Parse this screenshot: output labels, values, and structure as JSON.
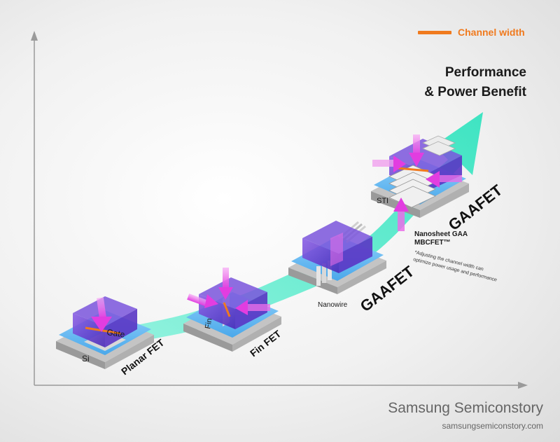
{
  "legend": {
    "label": "Channel width",
    "color": "#f07a1e"
  },
  "benefit": {
    "line1": "Performance",
    "line2": "& Power Benefit"
  },
  "stages": {
    "planar": {
      "name": "Planar FET",
      "gate_label": "Gate",
      "si_label": "Si"
    },
    "finfet": {
      "name": "Fin FET",
      "fin_label": "Fin"
    },
    "nanowire": {
      "name": "GAAFET",
      "sub_label": "Nanowire"
    },
    "nanosheet": {
      "name": "GAAFET",
      "sti_label": "STI",
      "sub_label_1": "Nanosheet GAA",
      "sub_label_2": "MBCFET™",
      "note_1": "*Adjusting the channel width can",
      "note_2": "optimize power usage and performance"
    }
  },
  "branding": {
    "name": "Samsung Semiconstory",
    "url": "samsungsemiconstory.com"
  },
  "colors": {
    "arrow": "#3fe6c3",
    "gate": "#6a3fd0",
    "substrate": "#63b8f2",
    "force_arrow": "#e94ee8",
    "channel": "#f07a1e"
  }
}
